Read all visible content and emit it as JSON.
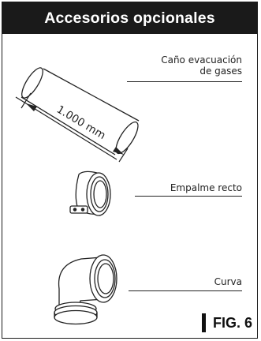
{
  "header": {
    "title": "Accesorios opcionales"
  },
  "items": [
    {
      "label_line1": "Caño evacuación",
      "label_line2": "de gases",
      "dimension": "1.000 mm"
    },
    {
      "label": "Empalme recto"
    },
    {
      "label": "Curva"
    }
  ],
  "figure": {
    "label": "FIG. 6"
  }
}
